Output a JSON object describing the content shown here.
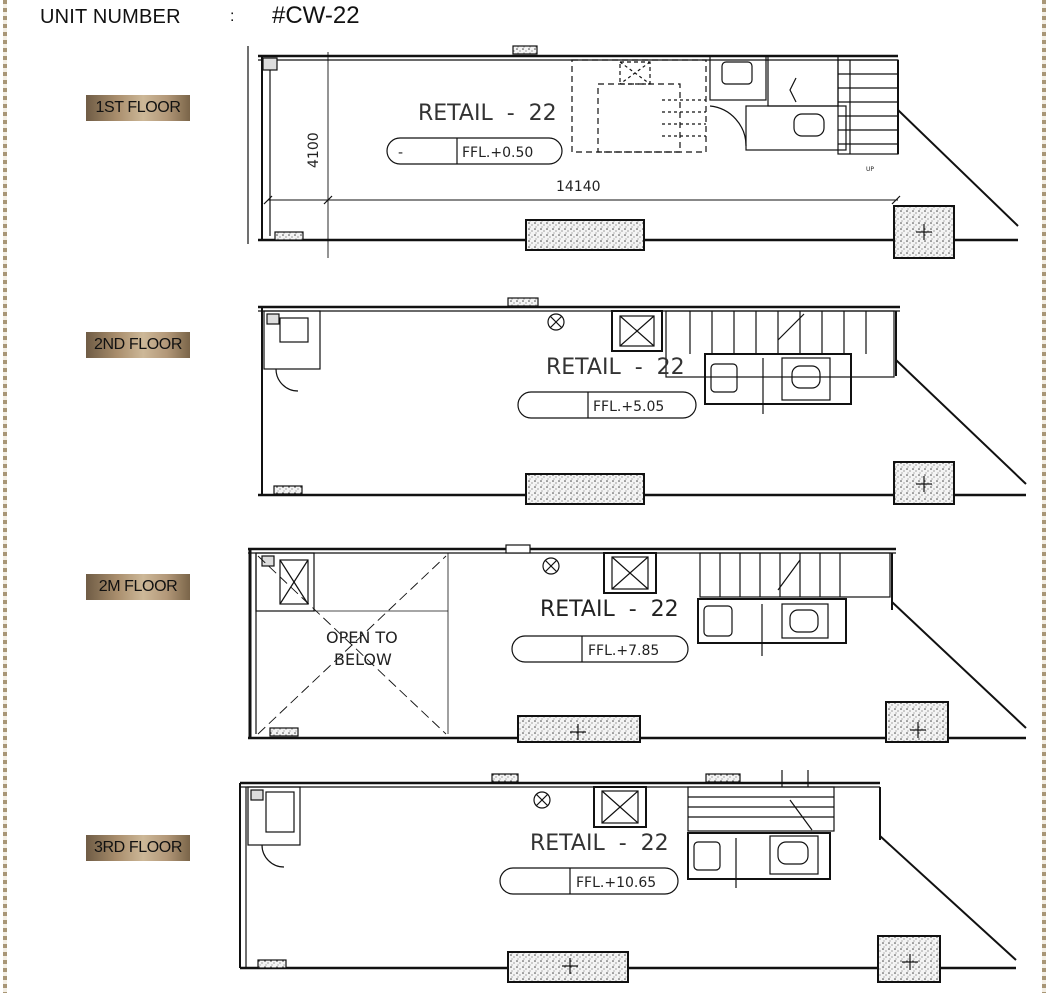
{
  "header": {
    "unit_label": "UNIT NUMBER",
    "separator": ":",
    "unit_number": "#CW-22"
  },
  "floors": [
    {
      "label": "1ST FLOOR",
      "room_label": "RETAIL  -  22",
      "level_prefix": "-",
      "level": "FFL.+0.50",
      "dimension_width": "4100",
      "dimension_length": "14140",
      "stair_note": "UP"
    },
    {
      "label": "2ND FLOOR",
      "room_label": "RETAIL  -  22",
      "level": "FFL.+5.05"
    },
    {
      "label": "2M FLOOR",
      "room_label": "RETAIL  -  22",
      "level": "FFL.+7.85",
      "void_label_1": "OPEN TO",
      "void_label_2": "BELOW"
    },
    {
      "label": "3RD FLOOR",
      "room_label": "RETAIL  -  22",
      "level": "FFL.+10.65"
    }
  ],
  "colors": {
    "badge_gold": "#b09674",
    "border_dots": "#a89676",
    "line": "#111111"
  }
}
